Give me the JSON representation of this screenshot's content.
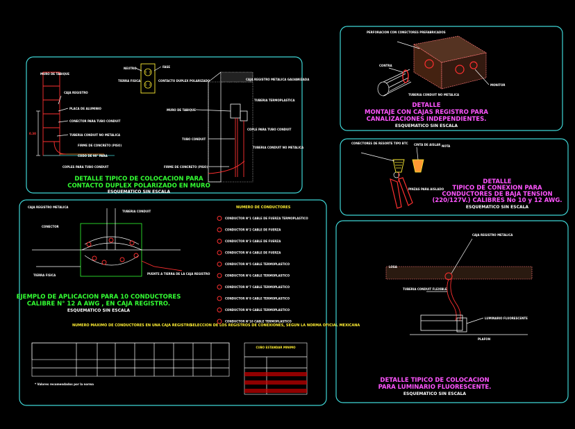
{
  "panel1": {
    "title_line1": "DETALLE TIPICO DE COLOCACION PARA",
    "title_line2": "CONTACTO DUPLEX POLARIZADO EN MURO",
    "subtitle": "ESQUEMATICO SIN ESCALA",
    "labels": {
      "muro_tabique": "MURO DE TABIQUE",
      "caja_registro": "CAJA REGISTRO",
      "plancha_lamina": "PLACA DE ALUMINIO",
      "conector": "CONECTOR PARA TUBO CONDUIT",
      "tuberia": "TUBERIA CONDUIT NO METALICA",
      "piso": "FIRME DE CONCRETO (PISO)",
      "codo": "CODO DE 90° PARA",
      "coples": "COPLES PARA TUBO CONDUIT",
      "neutro": "NEUTRO",
      "fase": "FASE",
      "tierra": "TIERRA FISICA",
      "contacto": "CONTACTO DUPLEX POLARIZADO",
      "cajas_registro": "CAJA REGISTRO METALICA GALVANIZADA",
      "muro_tabique2": "MURO DE TABIQUE",
      "tubo_conduit": "TUBO CONDUIT",
      "tuberia_termo": "TUBERIA TERMOPLASTICA",
      "cople": "COPLE PARA TUBO CONDUIT",
      "firme": "FIRME DE CONCRETO (PISO)",
      "dim": "0.30"
    }
  },
  "panel2": {
    "title_line1": "DETALLE",
    "title_line2": "MONTAJE CON CAJAS REGISTRO  PARA",
    "title_line3": "CANALIZACIONES INDEPENDIENTES.",
    "subtitle": "ESQUEMATICO SIN ESCALA",
    "labels": {
      "perforacion": "PERFORACION CON CONECTORES PREFABRICADOS",
      "contra": "CONTRA",
      "monitor": "MONITOR",
      "tuberia": "TUBERIA CONDUIT NO METALICA"
    }
  },
  "panel3": {
    "title_line1": "DETALLE",
    "title_line2": "TIPICO DE CONEXION PARA",
    "title_line3": "CONDUCTORES DE BAJA TENSION",
    "title_line4": "(220/127V.) CALIBRES No 10 y 12 AWG.",
    "subtitle": "ESQUEMATICO SIN ESCALA",
    "labels": {
      "conectores": "CONECTORES DE RESORTE TIPO BTC",
      "cinta": "CINTA DE AISLAR",
      "pinzas": "PINZAS PARA AISLADO",
      "nota": "NOTA"
    }
  },
  "panel4": {
    "title_line1": "EJEMPLO DE APLICACION PARA 10 CONDUCTORES",
    "title_line2": "CALIBRE N° 12 A AWG , EN CAJA REGISTRO.",
    "subtitle": "ESQUEMATICO SIN ESCALA",
    "numero_header": "NUMERO DE CONDUCTORES",
    "conductor_rows": [
      "CONDUCTOR N°1 CABLE DE FUERZA TERMOPLASTICO",
      "CONDUCTOR N°2 CABLE DE FUERZA",
      "CONDUCTOR N°3 CABLE DE FUERZA",
      "CONDUCTOR N°4 CABLE DE FUERZA",
      "CONDUCTOR N°5 CABLE TERMOPLASTICO",
      "CONDUCTOR N°6 CABLE TERMOPLASTICO",
      "CONDUCTOR N°7 CABLE TERMOPLASTICO",
      "CONDUCTOR N°8 CABLE TERMOPLASTICO",
      "CONDUCTOR N°9 CABLE TERMOPLASTICO",
      "CONDUCTOR N°10 CABLE TERMOPLASTICO"
    ],
    "labels": {
      "caja": "CAJA REGISTRO METALICA",
      "conector": "CONECTOR",
      "tuberia": "TUBERIA CONDUIT",
      "tierra": "TIERRA FISICA",
      "puente": "PUENTE A TIERRA DE LA CAJA REGISTRO"
    },
    "table_title": "NUMERO MAXIMO DE CONDUCTORES EN UNA CAJA REGISTRO",
    "seleccion_title": "SELECCION DE LOS REGISTROS DE CONEXIONES, SEGUN LA NORMA OFICIAL MEXICANA",
    "cubo_title": "CUBO ESTANDAR MINIMO",
    "note": "* Valores recomendados por la norma"
  },
  "panel5": {
    "title_line1": "DETALLE TIPICO DE COLOCACION",
    "title_line2": "PARA LUMINARIO FLUORESCENTE.",
    "subtitle": "ESQUEMATICO SIN ESCALA",
    "labels": {
      "losa": "LOSA",
      "caja": "CAJA REGISTRO METALICA",
      "tuberia": "TUBERIA CONDUIT FLEXIBLE",
      "luminario": "LUMINARIO FLUORESCENTE",
      "plafon": "PLAFON"
    }
  },
  "colors": {
    "background": "#000000",
    "frame": "#3fd6d6",
    "title": "#33ff33",
    "text": "#ffffff",
    "accent": "#ff55ff",
    "wire": "#ff3030"
  }
}
